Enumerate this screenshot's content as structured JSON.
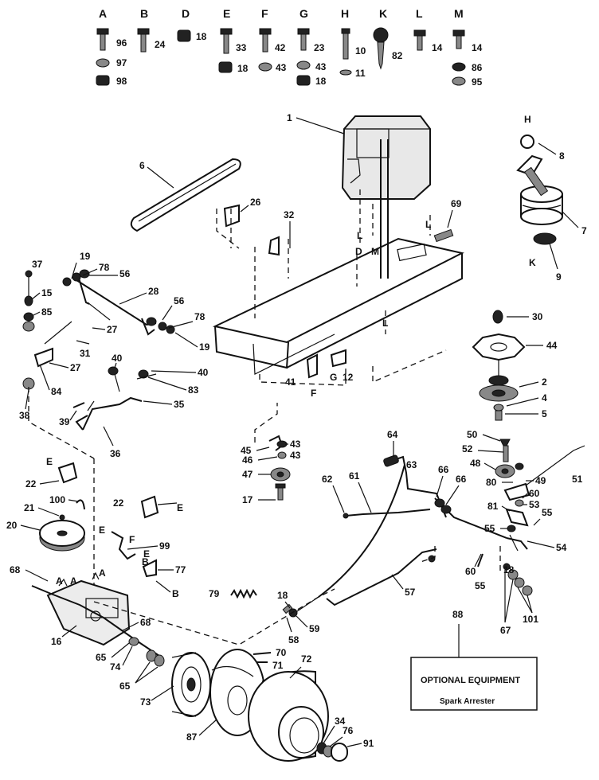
{
  "hardware_legend": [
    {
      "letter": "A",
      "items": [
        "96",
        "97",
        "98"
      ]
    },
    {
      "letter": "B",
      "items": [
        "24"
      ]
    },
    {
      "letter": "D",
      "items": [
        "18"
      ]
    },
    {
      "letter": "E",
      "items": [
        "33",
        "18"
      ]
    },
    {
      "letter": "F",
      "items": [
        "42",
        "43"
      ]
    },
    {
      "letter": "G",
      "items": [
        "23",
        "43",
        "18"
      ]
    },
    {
      "letter": "H",
      "items": [
        "10",
        "11"
      ]
    },
    {
      "letter": "K",
      "items": [
        "82"
      ]
    },
    {
      "letter": "L",
      "items": [
        "14"
      ]
    },
    {
      "letter": "M",
      "items": [
        "14",
        "86",
        "95"
      ]
    }
  ],
  "optional_box": {
    "number": "88",
    "title": "OPTIONAL EQUIPMENT",
    "subtitle": "Spark Arrester"
  },
  "callouts": {
    "c1": "1",
    "c6": "6",
    "c26": "26",
    "c32": "32",
    "c69": "69",
    "c8": "8",
    "c7": "7",
    "c9": "9",
    "c37": "37",
    "c19a": "19",
    "c78a": "78",
    "c56a": "56",
    "c28": "28",
    "c15": "15",
    "c85": "85",
    "c27a": "27",
    "c31": "31",
    "c56b": "56",
    "c78b": "78",
    "c19b": "19",
    "c27b": "27",
    "c40a": "40",
    "c40b": "40",
    "c83": "83",
    "c84": "84",
    "c35": "35",
    "c38": "38",
    "c39": "39",
    "c36": "36",
    "c30": "30",
    "c44": "44",
    "c2": "2",
    "c4": "4",
    "c5": "5",
    "c41": "41",
    "c12": "12",
    "c45": "45",
    "c43a": "43",
    "c46": "46",
    "c43b": "43",
    "c47": "47",
    "c17": "17",
    "c64": "64",
    "c63": "63",
    "c66a": "66",
    "c66b": "66",
    "c62": "62",
    "c61": "61",
    "c50": "50",
    "c52": "52",
    "c48": "48",
    "c80": "80",
    "c49": "49",
    "c51": "51",
    "c60a": "60",
    "c81": "81",
    "c53": "53",
    "c55a": "55",
    "c55b": "55",
    "c54": "54",
    "c18a": "18",
    "c60b": "60",
    "c55c": "55",
    "c101": "101",
    "c67": "67",
    "c22a": "22",
    "c100": "100",
    "c22b": "22",
    "c21": "21",
    "c20": "20",
    "c99": "99",
    "c77": "77",
    "c68a": "68",
    "c16": "16",
    "c68b": "68",
    "c79": "79",
    "c18b": "18",
    "c59": "59",
    "c58": "58",
    "c57": "57",
    "c65a": "65",
    "c74": "74",
    "c65b": "65",
    "c70": "70",
    "c71": "71",
    "c72": "72",
    "c73": "73",
    "c87": "87",
    "c34": "34",
    "c76": "76",
    "c91": "91"
  },
  "letter_marks": {
    "l_H": "H",
    "l_K": "K",
    "l_L1": "L",
    "l_L2": "L",
    "l_L3": "L",
    "l_D": "D",
    "l_M": "M",
    "l_G": "G",
    "l_F": "F",
    "l_E1": "E",
    "l_E2": "E",
    "l_E3": "E",
    "l_E4": "E",
    "l_F2": "F",
    "l_B1": "B",
    "l_B2": "B",
    "l_A1": "A",
    "l_A2": "A",
    "l_A3": "A"
  }
}
